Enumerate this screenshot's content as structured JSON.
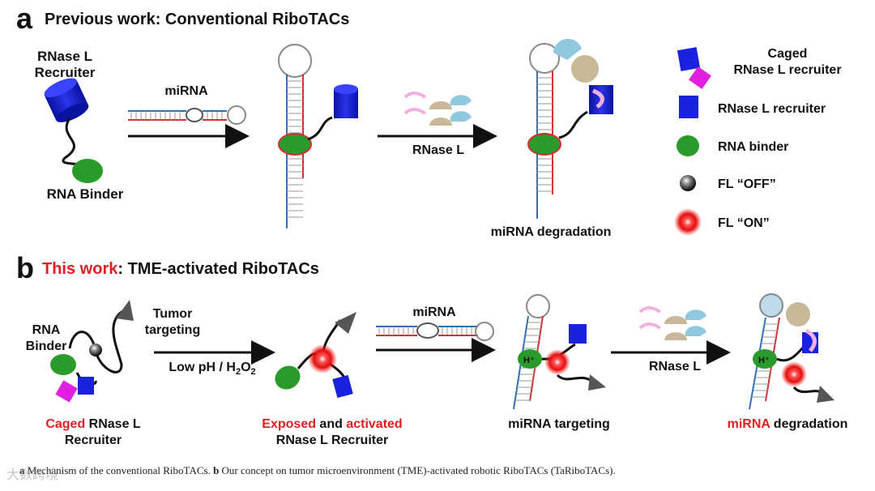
{
  "panel_a": {
    "letter": "a",
    "title": "Previous work: Conventional RiboTACs",
    "recruiter_label_1": "RNase L",
    "recruiter_label_2": "Recruiter",
    "binder_label": "RNA Binder",
    "mirna_label": "miRNA",
    "rnase_label": "RNase L",
    "degradation_label": "miRNA degradation"
  },
  "legend": {
    "caged_1": "Caged",
    "caged_2": "RNase L recruiter",
    "recruiter": "RNase L recruiter",
    "binder": "RNA binder",
    "fl_off": "FL “OFF”",
    "fl_on": "FL “ON”"
  },
  "panel_b": {
    "letter": "b",
    "title_red": "This work",
    "title_rest": ": TME-activated RiboTACs",
    "binder_1": "RNA",
    "binder_2": "Binder",
    "tumor_1": "Tumor",
    "tumor_2": "targeting",
    "lowph": "Low pH / H",
    "lowph_sub": "2",
    "lowph_o": "O",
    "lowph_sub2": "2",
    "caged_red": "Caged",
    "caged_rest": " RNase L",
    "caged_2": "Recruiter",
    "exposed_red": "Exposed",
    "exposed_and": " and ",
    "activated_red": "activated",
    "exposed_2": "RNase L Recruiter",
    "mirna_label": "miRNA",
    "targeting": "miRNA targeting",
    "rnase_label": "RNase L",
    "deg_red": "miRNA",
    "deg_rest": " degradation",
    "hplus": "H⁺"
  },
  "caption": {
    "a_letter": "a",
    "a_text": " Mechanism of the conventional RiboTACs. ",
    "b_letter": "b",
    "b_text": " Our concept on tumor microenvironment (TME)-activated robotic RiboTACs (TaRiboTACs)."
  },
  "watermark": "大数跨境",
  "colors": {
    "blue": "#1a22c8",
    "green": "#2a9a2a",
    "red": "#e02020",
    "magenta": "#e020e0"
  }
}
